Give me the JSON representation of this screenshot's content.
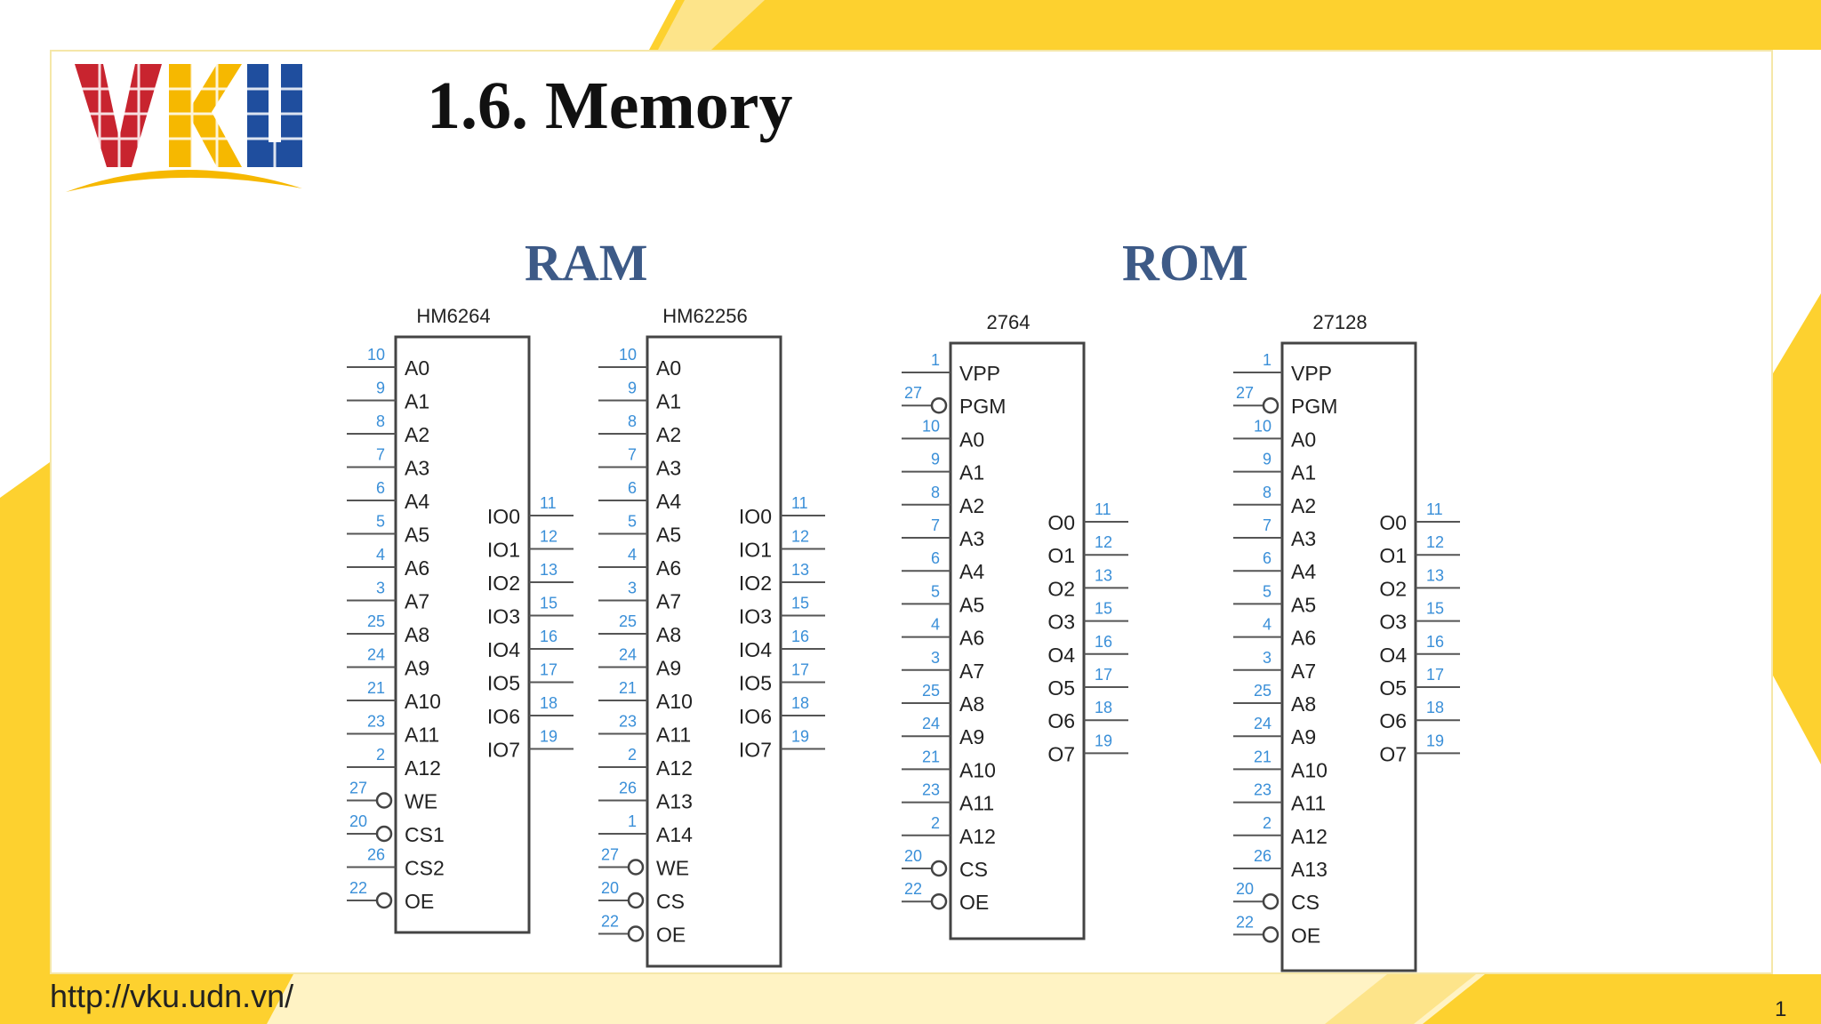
{
  "slide": {
    "title": "1.6. Memory",
    "footer_url": "http://vku.udn.vn/",
    "page_number": "1",
    "logo_text": "VKU"
  },
  "colors": {
    "yellow": "#fdd12f",
    "title_blue": "#3d5a87",
    "pin_number_blue": "#3a8fd8",
    "logo_red": "#c8242f",
    "logo_blue": "#1f4e9e",
    "logo_yellow": "#f6b800"
  },
  "headings": {
    "ram": "RAM",
    "rom": "ROM"
  },
  "chips": [
    {
      "id": "hm6264",
      "name": "HM6264",
      "left_pins": [
        {
          "num": "10",
          "label": "A0"
        },
        {
          "num": "9",
          "label": "A1"
        },
        {
          "num": "8",
          "label": "A2"
        },
        {
          "num": "7",
          "label": "A3"
        },
        {
          "num": "6",
          "label": "A4"
        },
        {
          "num": "5",
          "label": "A5"
        },
        {
          "num": "4",
          "label": "A6"
        },
        {
          "num": "3",
          "label": "A7"
        },
        {
          "num": "25",
          "label": "A8"
        },
        {
          "num": "24",
          "label": "A9"
        },
        {
          "num": "21",
          "label": "A10"
        },
        {
          "num": "23",
          "label": "A11"
        },
        {
          "num": "2",
          "label": "A12"
        },
        {
          "num": "27",
          "label": "WE",
          "inverted": true
        },
        {
          "num": "20",
          "label": "CS1",
          "inverted": true
        },
        {
          "num": "26",
          "label": "CS2"
        },
        {
          "num": "22",
          "label": "OE",
          "inverted": true
        }
      ],
      "right_pins": [
        {
          "num": "11",
          "label": "IO0"
        },
        {
          "num": "12",
          "label": "IO1"
        },
        {
          "num": "13",
          "label": "IO2"
        },
        {
          "num": "15",
          "label": "IO3"
        },
        {
          "num": "16",
          "label": "IO4"
        },
        {
          "num": "17",
          "label": "IO5"
        },
        {
          "num": "18",
          "label": "IO6"
        },
        {
          "num": "19",
          "label": "IO7"
        }
      ]
    },
    {
      "id": "hm62256",
      "name": "HM62256",
      "left_pins": [
        {
          "num": "10",
          "label": "A0"
        },
        {
          "num": "9",
          "label": "A1"
        },
        {
          "num": "8",
          "label": "A2"
        },
        {
          "num": "7",
          "label": "A3"
        },
        {
          "num": "6",
          "label": "A4"
        },
        {
          "num": "5",
          "label": "A5"
        },
        {
          "num": "4",
          "label": "A6"
        },
        {
          "num": "3",
          "label": "A7"
        },
        {
          "num": "25",
          "label": "A8"
        },
        {
          "num": "24",
          "label": "A9"
        },
        {
          "num": "21",
          "label": "A10"
        },
        {
          "num": "23",
          "label": "A11"
        },
        {
          "num": "2",
          "label": "A12"
        },
        {
          "num": "26",
          "label": "A13"
        },
        {
          "num": "1",
          "label": "A14"
        },
        {
          "num": "27",
          "label": "WE",
          "inverted": true
        },
        {
          "num": "20",
          "label": "CS",
          "inverted": true
        },
        {
          "num": "22",
          "label": "OE",
          "inverted": true
        }
      ],
      "right_pins": [
        {
          "num": "11",
          "label": "IO0"
        },
        {
          "num": "12",
          "label": "IO1"
        },
        {
          "num": "13",
          "label": "IO2"
        },
        {
          "num": "15",
          "label": "IO3"
        },
        {
          "num": "16",
          "label": "IO4"
        },
        {
          "num": "17",
          "label": "IO5"
        },
        {
          "num": "18",
          "label": "IO6"
        },
        {
          "num": "19",
          "label": "IO7"
        }
      ]
    },
    {
      "id": "c2764",
      "name": "2764",
      "left_pins": [
        {
          "num": "1",
          "label": "VPP"
        },
        {
          "num": "27",
          "label": "PGM",
          "inverted": true
        },
        {
          "num": "10",
          "label": "A0"
        },
        {
          "num": "9",
          "label": "A1"
        },
        {
          "num": "8",
          "label": "A2"
        },
        {
          "num": "7",
          "label": "A3"
        },
        {
          "num": "6",
          "label": "A4"
        },
        {
          "num": "5",
          "label": "A5"
        },
        {
          "num": "4",
          "label": "A6"
        },
        {
          "num": "3",
          "label": "A7"
        },
        {
          "num": "25",
          "label": "A8"
        },
        {
          "num": "24",
          "label": "A9"
        },
        {
          "num": "21",
          "label": "A10"
        },
        {
          "num": "23",
          "label": "A11"
        },
        {
          "num": "2",
          "label": "A12"
        },
        {
          "num": "20",
          "label": "CS",
          "inverted": true
        },
        {
          "num": "22",
          "label": "OE",
          "inverted": true
        }
      ],
      "right_pins": [
        {
          "num": "11",
          "label": "O0"
        },
        {
          "num": "12",
          "label": "O1"
        },
        {
          "num": "13",
          "label": "O2"
        },
        {
          "num": "15",
          "label": "O3"
        },
        {
          "num": "16",
          "label": "O4"
        },
        {
          "num": "17",
          "label": "O5"
        },
        {
          "num": "18",
          "label": "O6"
        },
        {
          "num": "19",
          "label": "O7"
        }
      ]
    },
    {
      "id": "c27128",
      "name": "27128",
      "left_pins": [
        {
          "num": "1",
          "label": "VPP"
        },
        {
          "num": "27",
          "label": "PGM",
          "inverted": true
        },
        {
          "num": "10",
          "label": "A0"
        },
        {
          "num": "9",
          "label": "A1"
        },
        {
          "num": "8",
          "label": "A2"
        },
        {
          "num": "7",
          "label": "A3"
        },
        {
          "num": "6",
          "label": "A4"
        },
        {
          "num": "5",
          "label": "A5"
        },
        {
          "num": "4",
          "label": "A6"
        },
        {
          "num": "3",
          "label": "A7"
        },
        {
          "num": "25",
          "label": "A8"
        },
        {
          "num": "24",
          "label": "A9"
        },
        {
          "num": "21",
          "label": "A10"
        },
        {
          "num": "23",
          "label": "A11"
        },
        {
          "num": "2",
          "label": "A12"
        },
        {
          "num": "26",
          "label": "A13"
        },
        {
          "num": "20",
          "label": "CS",
          "inverted": true
        },
        {
          "num": "22",
          "label": "OE",
          "inverted": true
        }
      ],
      "right_pins": [
        {
          "num": "11",
          "label": "O0"
        },
        {
          "num": "12",
          "label": "O1"
        },
        {
          "num": "13",
          "label": "O2"
        },
        {
          "num": "15",
          "label": "O3"
        },
        {
          "num": "16",
          "label": "O4"
        },
        {
          "num": "17",
          "label": "O5"
        },
        {
          "num": "18",
          "label": "O6"
        },
        {
          "num": "19",
          "label": "O7"
        }
      ]
    }
  ]
}
